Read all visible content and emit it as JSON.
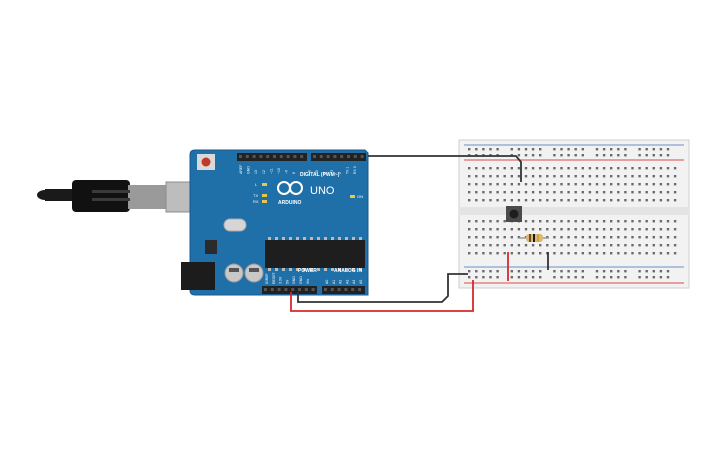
{
  "arduino": {
    "brand": "ARDUINO",
    "model": "UNO",
    "digital_label": "DIGITAL (PWM~)",
    "power_label": "POWER",
    "analog_label": "ANALOG IN",
    "on_label": "ON",
    "tx_label": "TX",
    "rx_label": "RX",
    "l_label": "L",
    "digital_pins": [
      "AREF",
      "GND",
      "13",
      "12",
      "~11",
      "~10",
      "~9",
      "8",
      "7",
      "~6",
      "~5",
      "4",
      "~3",
      "2",
      "TX 1",
      "RX 0"
    ],
    "power_pins": [
      "IOREF",
      "RESET",
      "3.3V",
      "5V",
      "GND",
      "GND",
      "Vin"
    ],
    "analog_pins": [
      "A0",
      "A1",
      "A2",
      "A3",
      "A4",
      "A5"
    ]
  },
  "colors": {
    "board": "#1f6fa8",
    "wire_black": "#333333",
    "wire_red": "#d42b2b",
    "breadboard": "#f2f2f2",
    "rail_red": "#d94a4a",
    "rail_blue": "#6b8fc7"
  }
}
